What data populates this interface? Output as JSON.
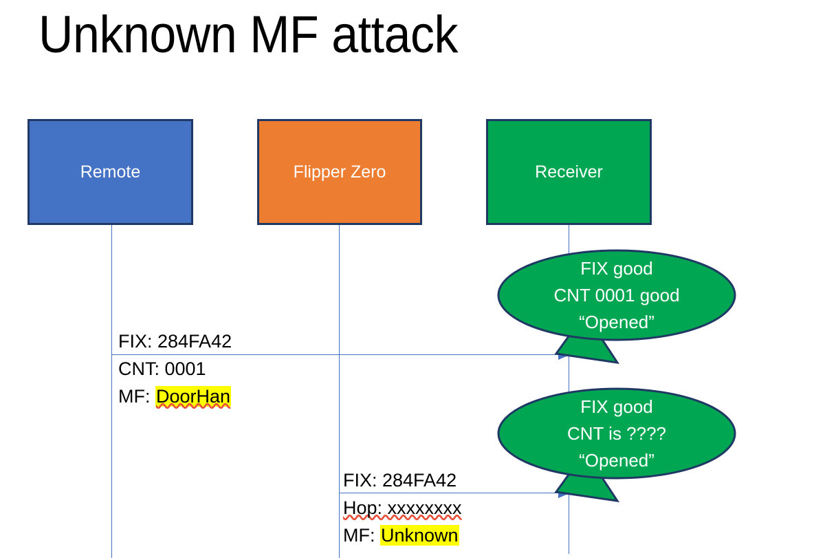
{
  "slide": {
    "title": "Unknown MF attack",
    "background_color": "#FFFFFF"
  },
  "colors": {
    "remote_blue": "#4472C4",
    "flipper_orange": "#ED7D31",
    "receiver_green": "#00A651",
    "box_border_navy": "#1F3864",
    "arrow_blue": "#4472C4",
    "highlight_yellow": "#FFFF00",
    "spellcheck_red": "#E8503A",
    "text_black": "#000000",
    "box_label_white": "#FFFFFF"
  },
  "actors": [
    {
      "id": "remote",
      "label": "Remote",
      "color": "#4472C4"
    },
    {
      "id": "flipper",
      "label": "Flipper Zero",
      "color": "#ED7D31"
    },
    {
      "id": "receiver",
      "label": "Receiver",
      "color": "#00A651"
    }
  ],
  "messages": [
    {
      "id": "remote-to-receiver",
      "from": "Remote",
      "to": "Receiver",
      "lines": [
        {
          "text": "FIX: 284FA42",
          "highlight": false,
          "spellcheck": false
        },
        {
          "text": "CNT: 0001",
          "highlight": false,
          "spellcheck": false
        }
      ],
      "mf_prefix": "MF: ",
      "mf_value": "DoorHan"
    },
    {
      "id": "flipper-to-receiver",
      "from": "Flipper Zero",
      "to": "Receiver",
      "lines": [
        {
          "text": "FIX: 284FA42",
          "highlight": false,
          "spellcheck": false
        },
        {
          "text": "Hop: xxxxxxxx",
          "highlight": false,
          "spellcheck": true
        }
      ],
      "mf_prefix": "MF: ",
      "mf_value": "Unknown"
    }
  ],
  "callouts": [
    {
      "id": "first-response",
      "line1": "FIX good",
      "line2": "CNT 0001 good",
      "line3": "“Opened”"
    },
    {
      "id": "second-response",
      "line1": "FIX good",
      "line2": "CNT is ????",
      "line3": "“Opened”"
    }
  ]
}
